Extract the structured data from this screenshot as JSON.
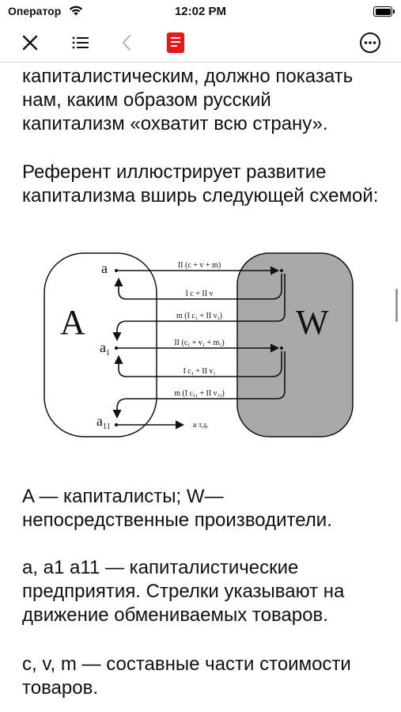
{
  "status_bar": {
    "carrier": "Оператор",
    "time": "12:02 PM"
  },
  "toolbar": {
    "close_icon": "close-icon",
    "contents_icon": "list-icon",
    "back_icon": "chevron-left-icon",
    "bookmark_icon": "bookmark-icon",
    "bookmark_color": "#e8191b",
    "more_icon": "more-icon"
  },
  "text": {
    "p1_line1": "капиталистическим, должно показать",
    "p1_line2": "нам, каким образом русский",
    "p1_line3": "капитализм «охватит всю страну».",
    "p2_line1": "Референт иллюстрирует развитие",
    "p2_line2": "капитализма вширь следующей схемой:",
    "p3_line1": "A — капиталисты; W—",
    "p3_line2": "непосредственные производители.",
    "p4_line1": "a, a1 a11 — капиталистические",
    "p4_line2": "предприятия. Стрелки указывают на",
    "p4_line3": "движение обмениваемых товаров.",
    "p5_line1": "c, v, m — составные части стоимости",
    "p5_line2": "товаров."
  },
  "diagram": {
    "left_box_label": "A",
    "right_box_label": "W",
    "node_a": "a",
    "node_a1": "a",
    "node_a1_sub": "1",
    "node_a11": "a",
    "node_a11_sub": "11",
    "arrow_1": "II (c + v + m)",
    "arrow_2": "I c + II v",
    "arrow_3_main": "m (I c",
    "arrow_3_sub1": "1",
    "arrow_3_mid": " + II v",
    "arrow_3_sub2": "1",
    "arrow_3_end": ")",
    "arrow_4_main": "II (c",
    "arrow_4_s1": "1",
    "arrow_4_m1": " + v",
    "arrow_4_s2": "1",
    "arrow_4_m2": " + m",
    "arrow_4_s3": "1",
    "arrow_4_end": ")",
    "arrow_5_main": "I c",
    "arrow_5_s1": "1",
    "arrow_5_mid": " + II v",
    "arrow_5_s2": "1",
    "arrow_6_main": "m (I c",
    "arrow_6_s1": "11",
    "arrow_6_mid": " + II v",
    "arrow_6_s2": "11",
    "arrow_6_end": ")",
    "etc_label": "и т.д.",
    "right_box_fill": "#a9a9a9"
  }
}
